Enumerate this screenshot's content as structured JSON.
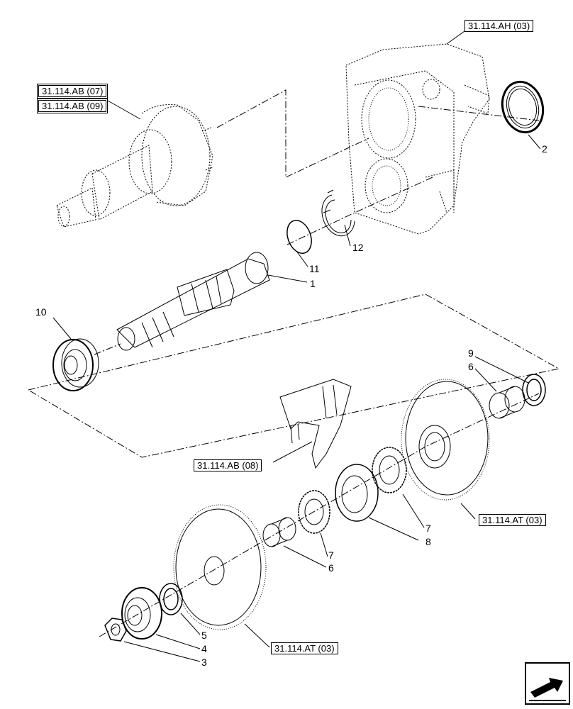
{
  "references": {
    "housing": "31.114.AH (03)",
    "pto_unit_a": "31.114.AB (07)",
    "pto_unit_b": "31.114.AB (09)",
    "shift_fork": "31.114.AB (08)",
    "large_gear_right": "31.114.AT (03)",
    "large_gear_left": "31.114.AT (03)"
  },
  "callouts": {
    "c1": "1",
    "c2": "2",
    "c3": "3",
    "c4": "4",
    "c5": "5",
    "c6a": "6",
    "c6b": "6",
    "c7a": "7",
    "c7b": "7",
    "c8": "8",
    "c9": "9",
    "c10": "10",
    "c11": "11",
    "c12": "12"
  },
  "nav": {
    "icon": "next-page-arrow-icon"
  }
}
